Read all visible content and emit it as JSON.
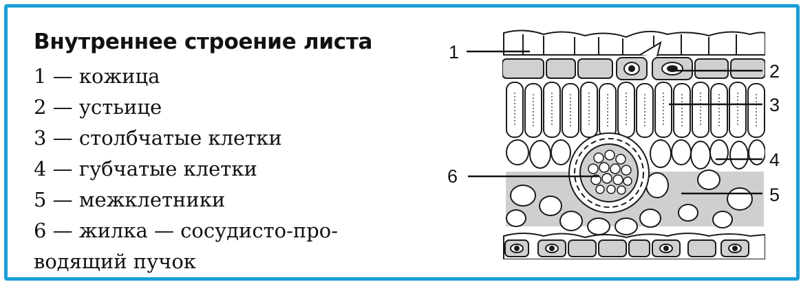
{
  "title": "Внутреннее строение листа",
  "legend": [
    {
      "num": "1",
      "text": "кожица"
    },
    {
      "num": "2",
      "text": "устьице"
    },
    {
      "num": "3",
      "text": "столбчатые клетки"
    },
    {
      "num": "4",
      "text": "губчатые клетки"
    },
    {
      "num": "5",
      "text": "межклетники"
    },
    {
      "num": "6",
      "text": "жилка — сосудисто-про-",
      "continuation": "водящий пучок"
    }
  ],
  "dash": "—",
  "callouts": [
    "1",
    "2",
    "3",
    "4",
    "5",
    "6"
  ],
  "colors": {
    "frame": "#1a9fd8",
    "cell_fill": "#d0d0d0",
    "stroke": "#1a1a1a"
  }
}
